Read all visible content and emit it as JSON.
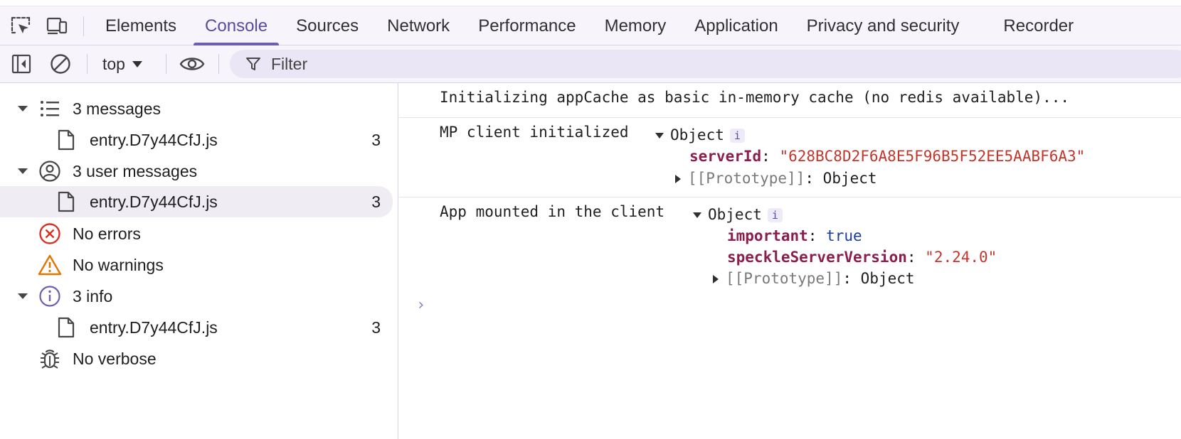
{
  "tabs": [
    {
      "label": "Elements",
      "active": false
    },
    {
      "label": "Console",
      "active": true
    },
    {
      "label": "Sources",
      "active": false
    },
    {
      "label": "Network",
      "active": false
    },
    {
      "label": "Performance",
      "active": false
    },
    {
      "label": "Memory",
      "active": false
    },
    {
      "label": "Application",
      "active": false
    },
    {
      "label": "Privacy and security",
      "active": false
    },
    {
      "label": "Recorder",
      "active": false
    }
  ],
  "toolbar": {
    "context": "top",
    "filter_placeholder": "Filter"
  },
  "sidebar": {
    "items": [
      {
        "label": "3 messages",
        "icon": "list-icon",
        "expanded": true
      },
      {
        "label": "entry.D7y44CfJ.js",
        "count": "3",
        "icon": "file-icon"
      },
      {
        "label": "3 user messages",
        "icon": "user-icon",
        "expanded": true
      },
      {
        "label": "entry.D7y44CfJ.js",
        "count": "3",
        "icon": "file-icon",
        "selected": true
      },
      {
        "label": "No errors",
        "icon": "error-icon"
      },
      {
        "label": "No warnings",
        "icon": "warning-icon"
      },
      {
        "label": "3 info",
        "icon": "info-icon",
        "expanded": true
      },
      {
        "label": "entry.D7y44CfJ.js",
        "count": "3",
        "icon": "file-icon"
      },
      {
        "label": "No verbose",
        "icon": "bug-icon"
      }
    ]
  },
  "console": {
    "messages": [
      {
        "text": "Initializing appCache as basic in-memory cache (no redis available)..."
      },
      {
        "text": "MP client initialized",
        "object_label": "Object",
        "badge": "i",
        "props": [
          {
            "key": "serverId",
            "value": "\"628BC8D2F6A8E5F96B5F52EE5AABF6A3\""
          }
        ],
        "prototype": "[[Prototype]]",
        "prototype_value": "Object"
      },
      {
        "text": "App mounted in the client",
        "object_label": "Object",
        "badge": "i",
        "props": [
          {
            "key": "important",
            "value": "true"
          },
          {
            "key": "speckleServerVersion",
            "value": "\"2.24.0\""
          }
        ],
        "prototype": "[[Prototype]]",
        "prototype_value": "Object"
      }
    ],
    "prompt": "›"
  },
  "colors": {
    "accent": "#6d5fb0",
    "error": "#d93025",
    "warning": "#e37400",
    "info": "#6d5fb0",
    "key": "#8b1d4f",
    "string": "#c4352b",
    "boolean": "#1a3ea0"
  }
}
